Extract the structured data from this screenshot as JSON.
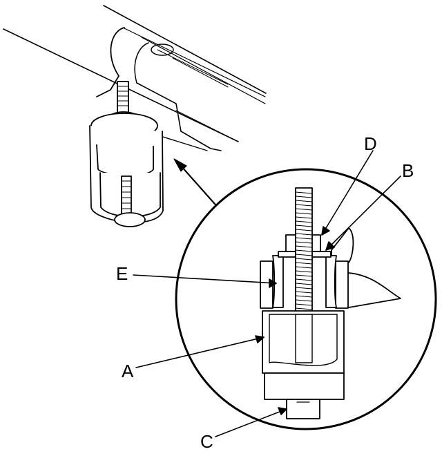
{
  "callouts": {
    "a": "A",
    "b": "B",
    "c": "C",
    "d": "D",
    "e": "E"
  },
  "colors": {
    "line": "#000000",
    "fill": "#ffffff",
    "shade": "#e6e6e6"
  }
}
